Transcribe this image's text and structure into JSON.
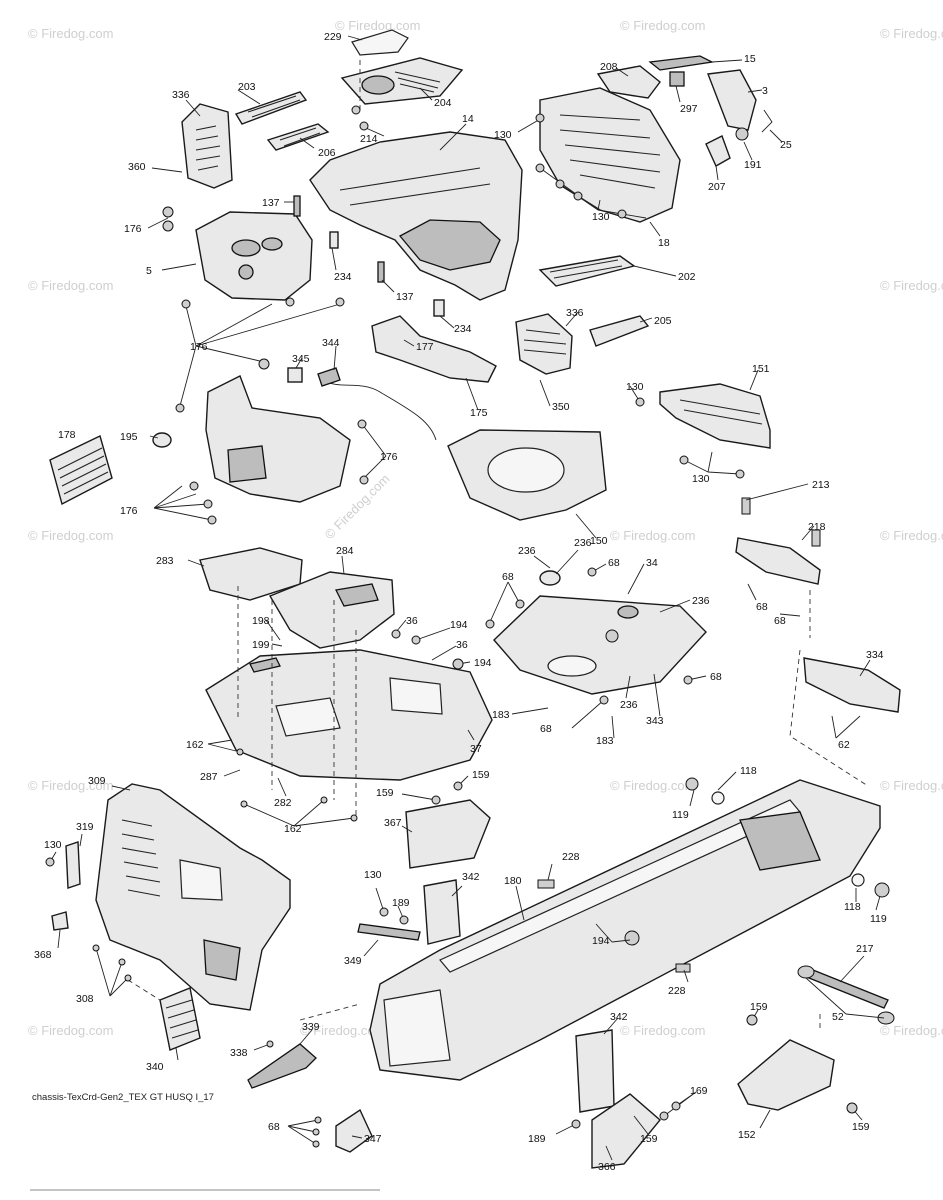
{
  "drawing_code": "chassis-TexCrd-Gen2_TEX GT HUSQ I_17",
  "watermark": "© Firedog.com",
  "center_watermark": "© Firedog.com",
  "part_labels": {
    "l229": "229",
    "l204": "204",
    "l203": "203",
    "l336a": "336",
    "l214": "214",
    "l206": "206",
    "l14": "14",
    "l360": "360",
    "l137a": "137",
    "l176a": "176",
    "l5": "5",
    "l234a": "234",
    "l137b": "137",
    "l208": "208",
    "l15": "15",
    "l3": "3",
    "l297": "297",
    "l130a": "130",
    "l25": "25",
    "l191": "191",
    "l207": "207",
    "l130b": "130",
    "l18": "18",
    "l202": "202",
    "l234b": "234",
    "l336b": "336",
    "l205": "205",
    "l176b": "176",
    "l344": "344",
    "l345": "345",
    "l177": "177",
    "l175": "175",
    "l350": "350",
    "l130c": "130",
    "l151": "151",
    "l178": "178",
    "l195": "195",
    "l176c": "176",
    "l176d": "176",
    "l130d": "130",
    "l150": "150",
    "l213": "213",
    "l218": "218",
    "l68a": "68",
    "l68b": "68",
    "l283": "283",
    "l284": "284",
    "l236a": "236",
    "l236b": "236",
    "l68c": "68",
    "l34": "34",
    "l68d": "68",
    "l236c": "236",
    "l198": "198",
    "l36a": "36",
    "l194a": "194",
    "l199": "199",
    "l36b": "36",
    "l194b": "194",
    "l334": "334",
    "l68e": "68",
    "l183a": "183",
    "l68f": "68",
    "l236d": "236",
    "l343": "343",
    "l183b": "183",
    "l62": "62",
    "l162a": "162",
    "l37": "37",
    "l287": "287",
    "l159a": "159",
    "l282": "282",
    "l162b": "162",
    "l118a": "118",
    "l119a": "119",
    "l309": "309",
    "l159b": "159",
    "l319": "319",
    "l367": "367",
    "l130e": "130",
    "l228a": "228",
    "l130f": "130",
    "l342a": "342",
    "l180": "180",
    "l189a": "189",
    "l118b": "118",
    "l119b": "119",
    "l368": "368",
    "l349": "349",
    "l194c": "194",
    "l217": "217",
    "l308": "308",
    "l228b": "228",
    "l159c": "159",
    "l52": "52",
    "l339": "339",
    "l342b": "342",
    "l338": "338",
    "l340": "340",
    "l169": "169",
    "l152": "152",
    "l159d": "159",
    "l189b": "189",
    "l159e": "159",
    "l68g": "68",
    "l347": "347",
    "l366": "366"
  }
}
